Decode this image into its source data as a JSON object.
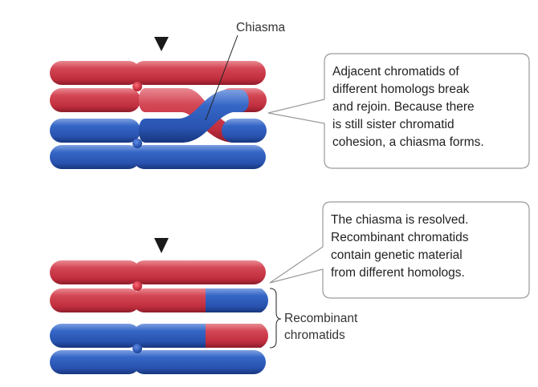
{
  "labels": {
    "chiasma": "Chiasma",
    "recombinant_line1": "Recombinant",
    "recombinant_line2": "chromatids"
  },
  "callouts": {
    "top": [
      "Adjacent chromatids of",
      "different homologs break",
      "and rejoin. Because there",
      "is still sister chromatid",
      "cohesion, a chiasma forms."
    ],
    "bottom": [
      "The chiasma is resolved.",
      "Recombinant chromatids",
      "contain genetic material",
      "from different homologs."
    ]
  },
  "colors": {
    "red_homolog": "#cc3344",
    "blue_homolog": "#2a56b4",
    "centromere_red": "#d9263b",
    "centromere_blue": "#1f4fb0",
    "callout_border": "#9a9a9a"
  }
}
